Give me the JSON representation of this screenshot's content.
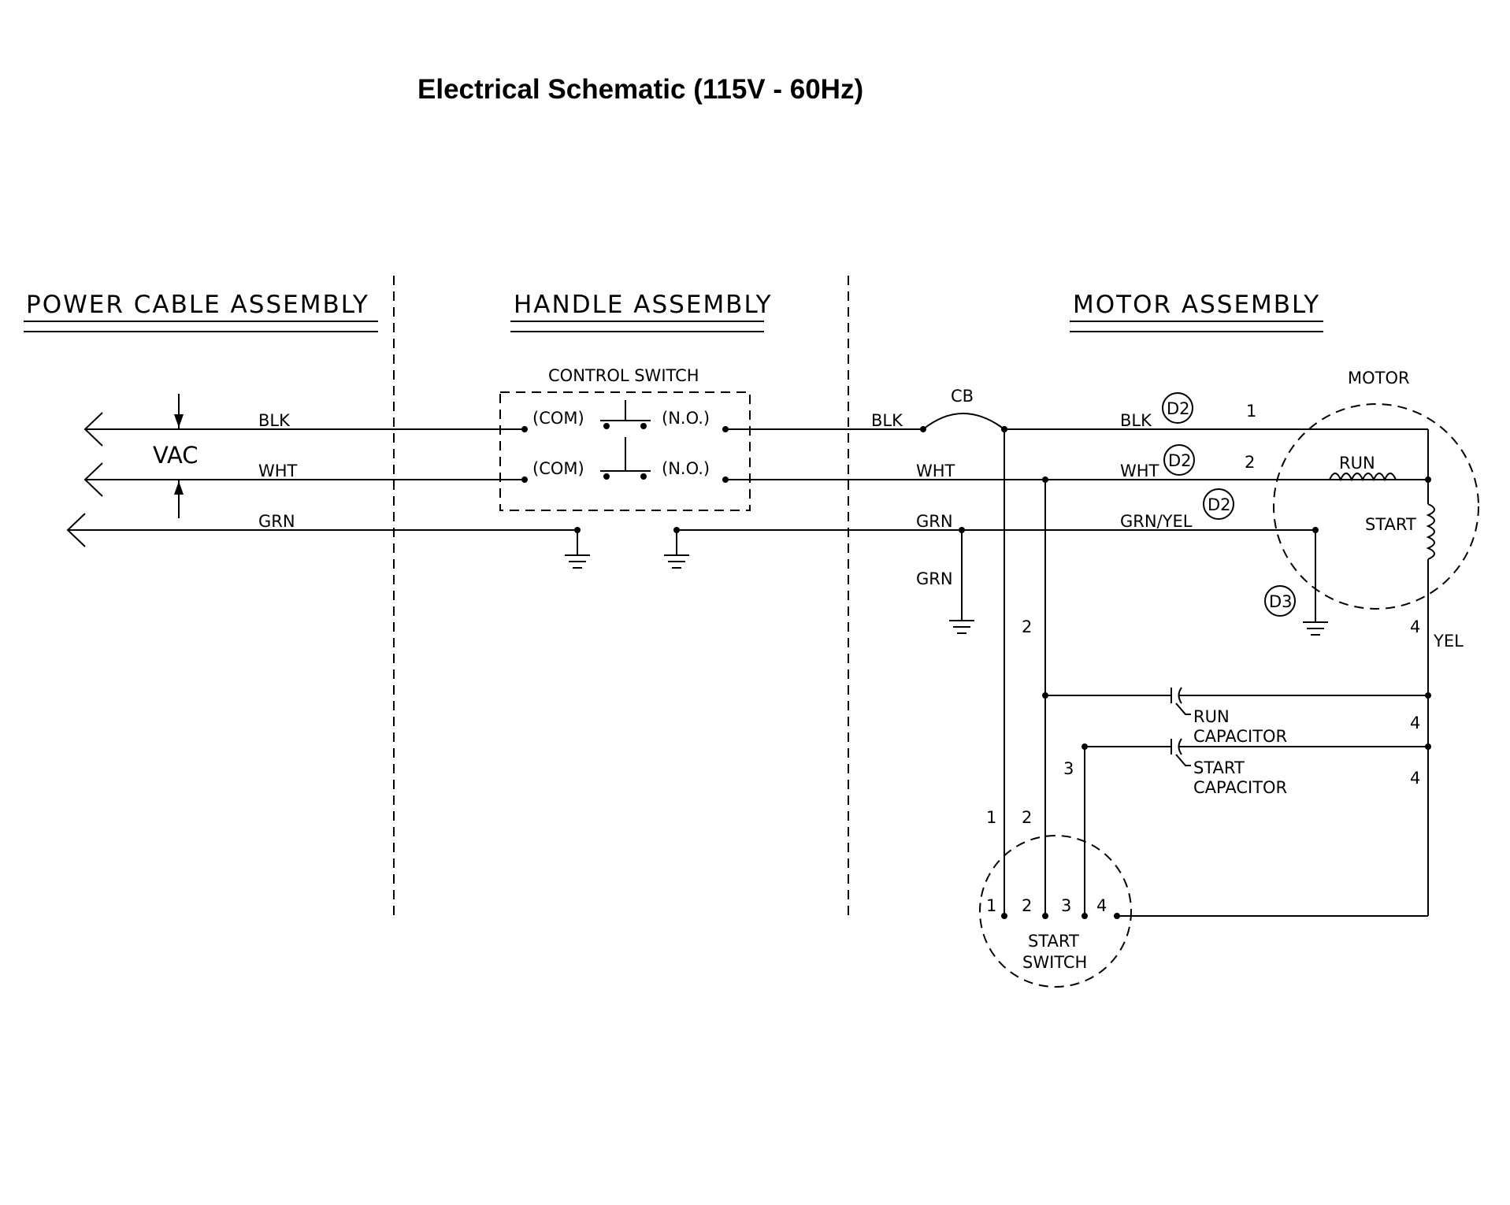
{
  "title": "Electrical Schematic (115V - 60Hz)",
  "sections": {
    "power_cable": "POWER CABLE ASSEMBLY",
    "handle": "HANDLE ASSEMBLY",
    "motor": "MOTOR ASSEMBLY"
  },
  "power": {
    "blk": "BLK",
    "wht": "WHT",
    "grn": "GRN",
    "vac": "VAC"
  },
  "control_switch": {
    "label": "CONTROL SWITCH",
    "com_top": "(COM)",
    "no_top": "(N.O.)",
    "com_bottom": "(COM)",
    "no_bottom": "(N.O.)"
  },
  "motor_side": {
    "blk_in": "BLK",
    "cb": "CB",
    "wht_in": "WHT",
    "grn_in": "GRN",
    "grn_drop": "GRN",
    "blk_out": "BLK",
    "wht_out": "WHT",
    "grn_yel": "GRN/YEL",
    "d2_a": "D2",
    "d2_b": "D2",
    "d2_c": "D2",
    "d3": "D3",
    "t1": "1",
    "t2": "2",
    "wire2": "2",
    "wire3": "3",
    "wire1b": "1",
    "wire2b": "2",
    "yel_4": "4",
    "yel": "YEL",
    "run_cap_4": "4",
    "start_cap_4": "4"
  },
  "motor": {
    "label": "MOTOR",
    "run": "RUN",
    "start": "START"
  },
  "capacitors": {
    "run_1": "RUN",
    "run_2": "CAPACITOR",
    "start_1": "START",
    "start_2": "CAPACITOR"
  },
  "start_switch": {
    "line1": "START",
    "line2": "SWITCH",
    "p1": "1",
    "p2": "2",
    "p3": "3",
    "p4": "4"
  }
}
